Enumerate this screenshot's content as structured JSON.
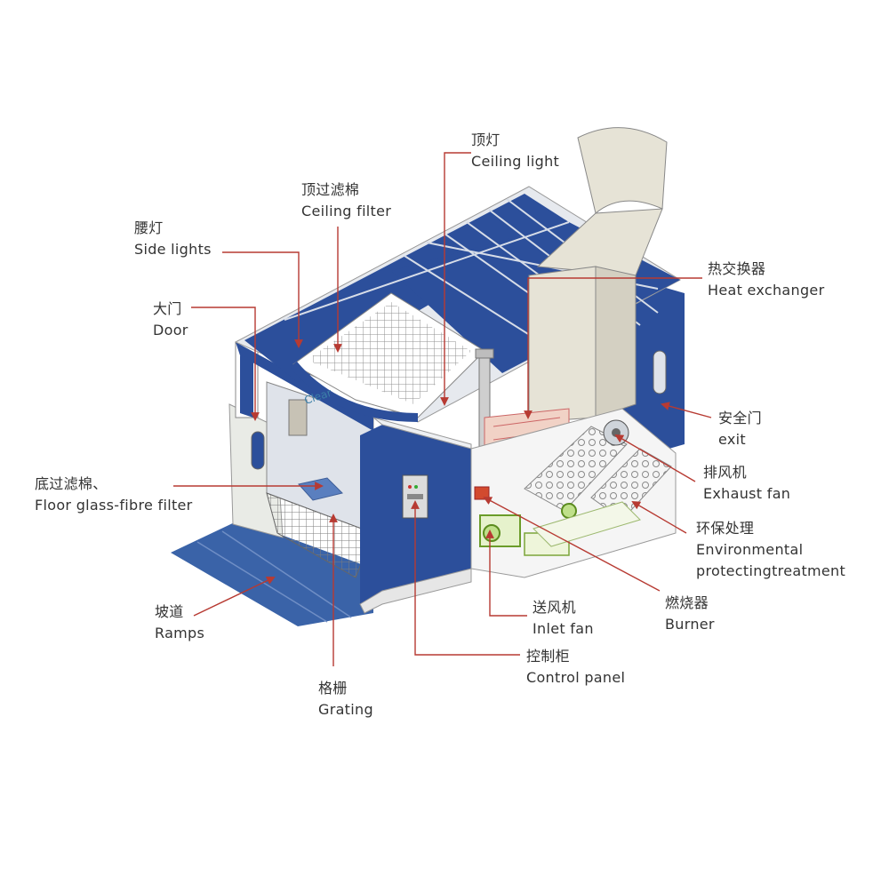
{
  "labels": {
    "ceiling_light": {
      "zh": "顶灯",
      "en": "Ceiling light"
    },
    "ceiling_filter": {
      "zh": "顶过滤棉",
      "en": "Ceiling filter"
    },
    "side_lights": {
      "zh": "腰灯",
      "en": "Side lights"
    },
    "door": {
      "zh": "大门",
      "en": "Door"
    },
    "floor_filter": {
      "zh": "底过滤棉、",
      "en": "Floor glass-fibre filter"
    },
    "ramps": {
      "zh": "坡道",
      "en": "Ramps"
    },
    "grating": {
      "zh": "格栅",
      "en": "Grating"
    },
    "control_panel": {
      "zh": "控制柜",
      "en": "Control panel"
    },
    "inlet_fan": {
      "zh": "送风机",
      "en": "Inlet fan"
    },
    "burner": {
      "zh": "燃烧器",
      "en": "Burner"
    },
    "env_treatment": {
      "zh": "环保处理",
      "en": "Environmental protectingtreatment"
    },
    "exhaust_fan": {
      "zh": "排风机",
      "en": "Exhaust fan"
    },
    "exit": {
      "zh": "安全门",
      "en": "exit"
    },
    "heat_exchanger": {
      "zh": "热交换器",
      "en": "Heat exchanger"
    }
  },
  "env_treatment_lines": [
    "Environmental",
    "protectingtreatment"
  ],
  "brand_logo": "Clear",
  "colors": {
    "booth_blue": "#2c4f9b",
    "ramp_blue": "#3a63a8",
    "duct_beige": "#e6e3d6",
    "leader_red": "#b73a32",
    "label_text": "#333333"
  }
}
